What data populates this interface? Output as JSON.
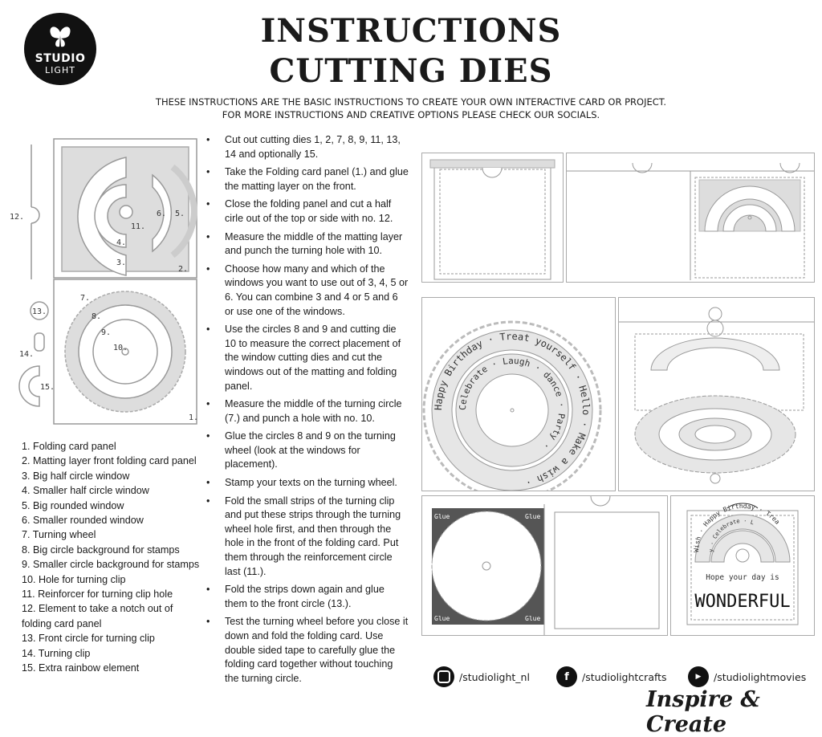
{
  "logo": {
    "line1": "STUDIO",
    "line2": "LIGHT"
  },
  "header": {
    "title_line1": "INSTRUCTIONS",
    "title_line2": "CUTTING DIES",
    "subtitle_line1": "THESE INSTRUCTIONS ARE THE BASIC INSTRUCTIONS TO CREATE YOUR OWN INTERACTIVE CARD OR PROJECT.",
    "subtitle_line2": "FOR MORE INSTRUCTIONS AND CREATIVE OPTIONS PLEASE CHECK OUR SOCIALS."
  },
  "die_labels": [
    "1.",
    "2.",
    "3.",
    "4.",
    "5.",
    "6.",
    "7.",
    "8.",
    "9.",
    "10.",
    "11.",
    "12.",
    "13.",
    "14.",
    "15."
  ],
  "steps": [
    "Cut out cutting dies 1, 2, 7, 8, 9, 11, 13, 14 and optionally 15.",
    "Take the Folding card panel (1.) and glue the matting layer on the front.",
    "Close the folding panel and cut a half cirle out of the top or side with no. 12.",
    "Measure the middle of the matting layer and punch the turning hole with 10.",
    "Choose how many and which of the windows you want to use out of 3, 4, 5 or 6. You can combine 3 and 4 or 5 and 6 or use one of the windows.",
    "Use the circles 8 and 9 and cutting die 10 to measure the correct placement of the window cutting dies and cut the windows out of the matting and folding panel.",
    "Measure the middle of the turning circle (7.) and punch a hole with no. 10.",
    "Glue the circles 8 and 9 on the turning wheel (look at the windows for placement).",
    "Stamp your texts on the turning wheel.",
    "Fold the small strips of the turning clip and put these strips through the turning wheel hole first, and then through the hole in the front of the folding card. Put them through the reinforcement circle last (11.).",
    "Fold the strips down again and glue them to the front circle (13.).",
    "Test the turning wheel before you close it down and fold the folding card. Use double sided tape to carefully glue the folding card together without touching the turning circle."
  ],
  "parts": [
    "1. Folding card panel",
    "2. Matting layer front folding card panel",
    "3. Big half circle window",
    "4. Smaller half circle window",
    "5. Big rounded window",
    "6. Smaller rounded window",
    "7. Turning wheel",
    "8. Big circle background for stamps",
    "9. Smaller circle background for stamps",
    "10. Hole for turning clip",
    "11. Reinforcer for turning clip hole",
    "12. Element to take a notch out of folding card panel",
    "13. Front circle for turning clip",
    "14. Turning clip",
    "15. Extra rainbow element"
  ],
  "wheel": {
    "outer": "Happy Birthday · Treat yourself · Hello · Make a wish ·",
    "inner": "Celebrate · Laugh · dance · Party ·"
  },
  "glue_label": "Glue",
  "card": {
    "rainbow_outer": "Wish · Happy Birthday · Trea",
    "rainbow_inner": "y · Celebrate · L",
    "line1": "Hope your day is",
    "line2": "WONDERFUL"
  },
  "socials": [
    {
      "icon": "instagram-icon",
      "handle": "/studiolight_nl"
    },
    {
      "icon": "facebook-icon",
      "handle": "/studiolightcrafts"
    },
    {
      "icon": "youtube-icon",
      "handle": "/studiolightmovies"
    }
  ],
  "slogan": "Inspire & Create"
}
